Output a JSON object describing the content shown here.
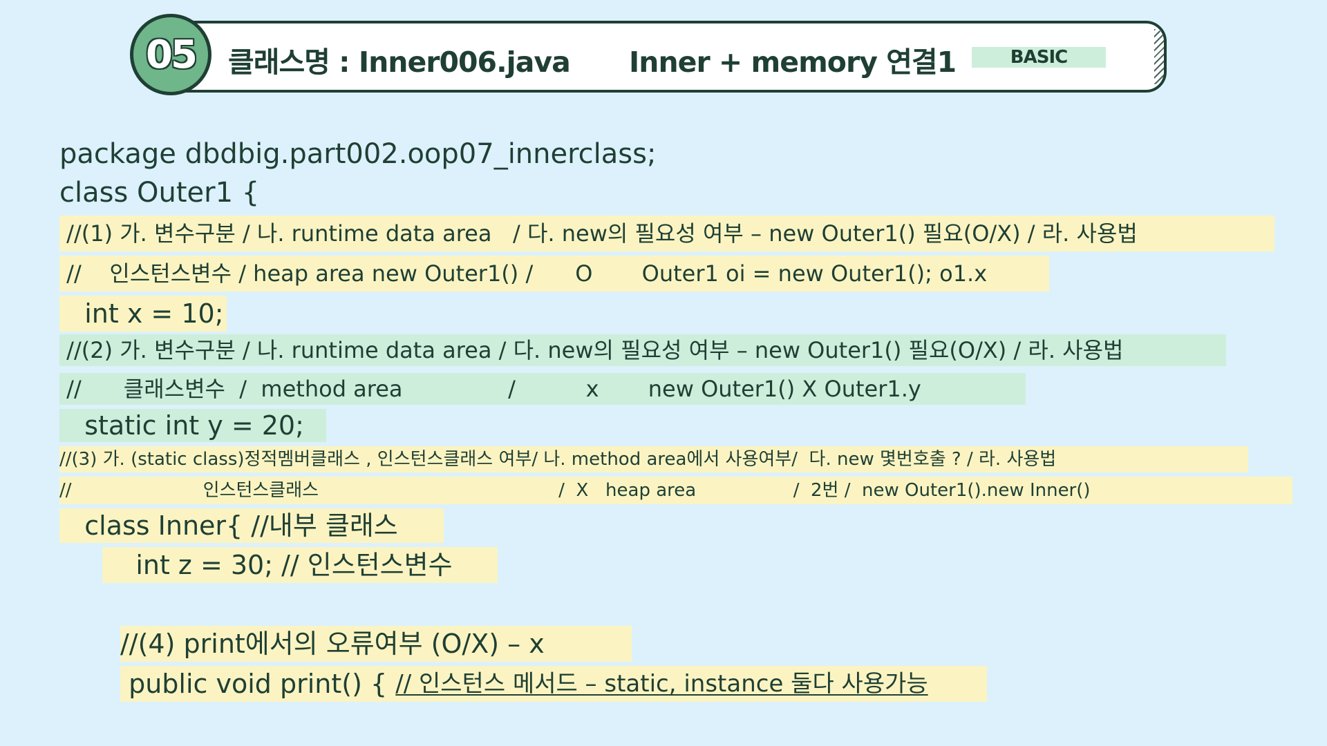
{
  "header": {
    "number": "05",
    "class_name": "클래스명 :  Inner006.java",
    "topic": "Inner + memory 연결1",
    "badge": "BASIC"
  },
  "code": {
    "package_line": "package dbdbig.part002.oop07_innerclass;",
    "class_open": "class Outer1 {",
    "comment1_header": " //(1) 가. 변수구분 / 나. runtime data area   / 다. new의 필요성 여부 – new Outer1() 필요(O/X) / 라. 사용법",
    "comment1_values": " //    인스턴스변수 / heap area new Outer1() /      O       Outer1 oi = new Outer1(); o1.x",
    "int_x": "   int x = 10;",
    "comment2_header": " //(2) 가. 변수구분 / 나. runtime data area / 다. new의 필요성 여부 – new Outer1() 필요(O/X) / 라. 사용법",
    "comment2_values": " //      클래스변수  /  method area               /          x       new Outer1() X Outer1.y",
    "static_y": "   static int y = 20;",
    "comment3_header": "//(3) 가. (static class)정적멤버클래스 , 인스턴스클래스 여부/ 나. method area에서 사용여부/  다. new 몇번호출 ? / 라. 사용법",
    "comment3_values": "//                       인스턴스클래스                                          /  X   heap area                 /  2번 /  new Outer1().new Inner()",
    "inner_class": "   class Inner{ //내부 클래스",
    "int_z": "    int z = 30; // 인스턴스변수",
    "comment4": "//(4) print에서의 오류여부 (O/X) – x",
    "print_decl": " public void print() { ",
    "print_comment": "// 인스턴스 메서드 – static, instance 둘다 사용가능"
  },
  "colors": {
    "background": "#dcf1fb",
    "text": "#1f3f34",
    "highlight_yellow": "#fbf4c2",
    "highlight_green": "#cdeedb",
    "circle": "#6fb68a"
  }
}
